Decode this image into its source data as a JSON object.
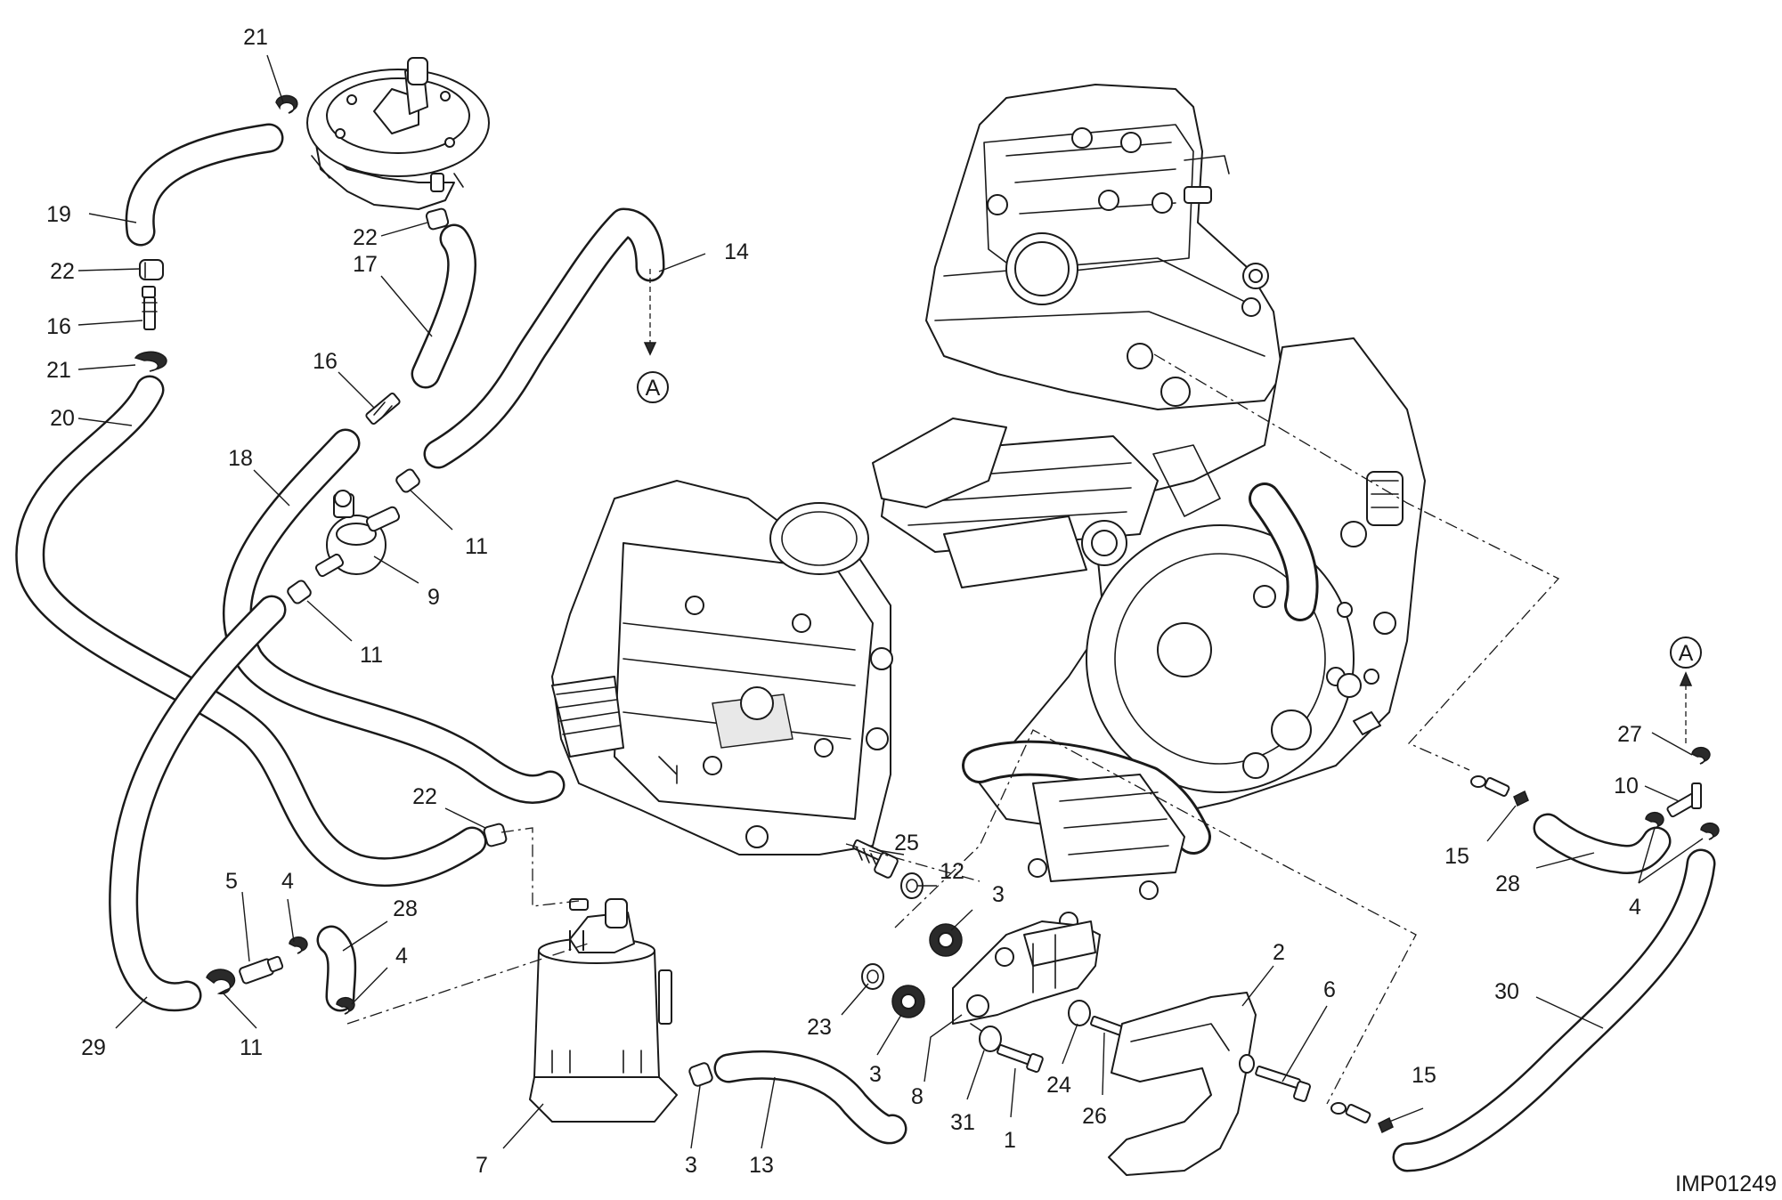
{
  "drawing_code": "IMP01249",
  "callouts": [
    {
      "id": "c21a",
      "text": "21"
    },
    {
      "id": "c19",
      "text": "19"
    },
    {
      "id": "c22a",
      "text": "22"
    },
    {
      "id": "c16a",
      "text": "16"
    },
    {
      "id": "c21b",
      "text": "21"
    },
    {
      "id": "c20",
      "text": "20"
    },
    {
      "id": "c22b",
      "text": "22"
    },
    {
      "id": "c17",
      "text": "17"
    },
    {
      "id": "c16b",
      "text": "16"
    },
    {
      "id": "c18",
      "text": "18"
    },
    {
      "id": "c14",
      "text": "14"
    },
    {
      "id": "c11a",
      "text": "11"
    },
    {
      "id": "c9",
      "text": "9"
    },
    {
      "id": "c11b",
      "text": "11"
    },
    {
      "id": "c22c",
      "text": "22"
    },
    {
      "id": "c5",
      "text": "5"
    },
    {
      "id": "c4a",
      "text": "4"
    },
    {
      "id": "c28a",
      "text": "28"
    },
    {
      "id": "c4b",
      "text": "4"
    },
    {
      "id": "c29",
      "text": "29"
    },
    {
      "id": "c11c",
      "text": "11"
    },
    {
      "id": "c7",
      "text": "7"
    },
    {
      "id": "c3a",
      "text": "3"
    },
    {
      "id": "c13",
      "text": "13"
    },
    {
      "id": "c25",
      "text": "25"
    },
    {
      "id": "c12",
      "text": "12"
    },
    {
      "id": "c3b",
      "text": "3"
    },
    {
      "id": "c23",
      "text": "23"
    },
    {
      "id": "c3c",
      "text": "3"
    },
    {
      "id": "c8",
      "text": "8"
    },
    {
      "id": "c31",
      "text": "31"
    },
    {
      "id": "c1",
      "text": "1"
    },
    {
      "id": "c24",
      "text": "24"
    },
    {
      "id": "c26",
      "text": "26"
    },
    {
      "id": "c2",
      "text": "2"
    },
    {
      "id": "c6",
      "text": "6"
    },
    {
      "id": "c15a",
      "text": "15"
    },
    {
      "id": "c28b",
      "text": "28"
    },
    {
      "id": "c4c",
      "text": "4"
    },
    {
      "id": "c27",
      "text": "27"
    },
    {
      "id": "c10",
      "text": "10"
    },
    {
      "id": "c30",
      "text": "30"
    },
    {
      "id": "c15b",
      "text": "15"
    }
  ],
  "connection_markers": [
    {
      "id": "markerA1",
      "text": "A"
    },
    {
      "id": "markerA2",
      "text": "A"
    }
  ]
}
